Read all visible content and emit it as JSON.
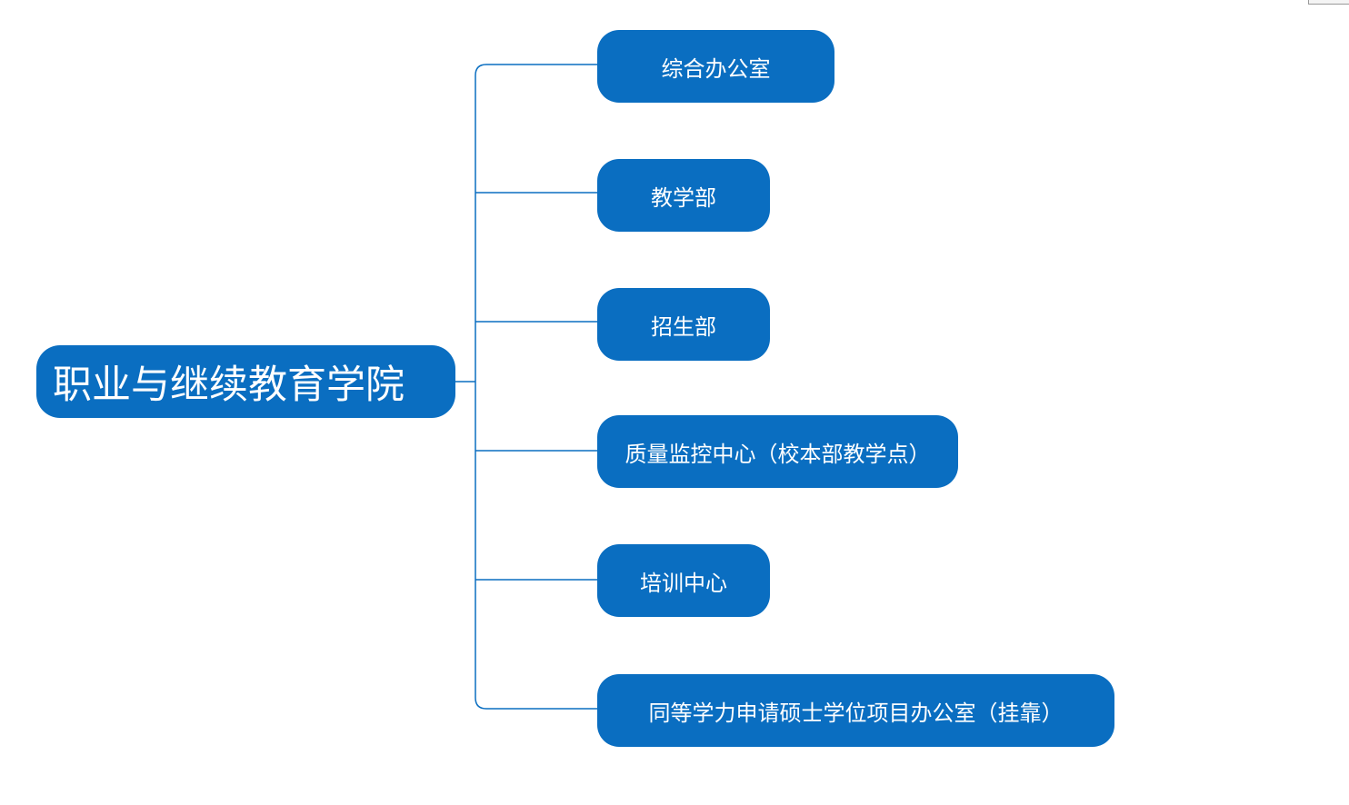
{
  "diagram": {
    "root": {
      "label": "职业与继续教育学院"
    },
    "children": [
      {
        "label": "综合办公室"
      },
      {
        "label": "教学部"
      },
      {
        "label": "招生部"
      },
      {
        "label": "质量监控中心（校本部教学点）"
      },
      {
        "label": "培训中心"
      },
      {
        "label": "同等学力申请硕士学位项目办公室（挂靠）"
      }
    ]
  },
  "colors": {
    "node_fill": "#0a6ec1",
    "node_text": "#ffffff",
    "connector": "#0a6ec1",
    "background": "#ffffff"
  }
}
